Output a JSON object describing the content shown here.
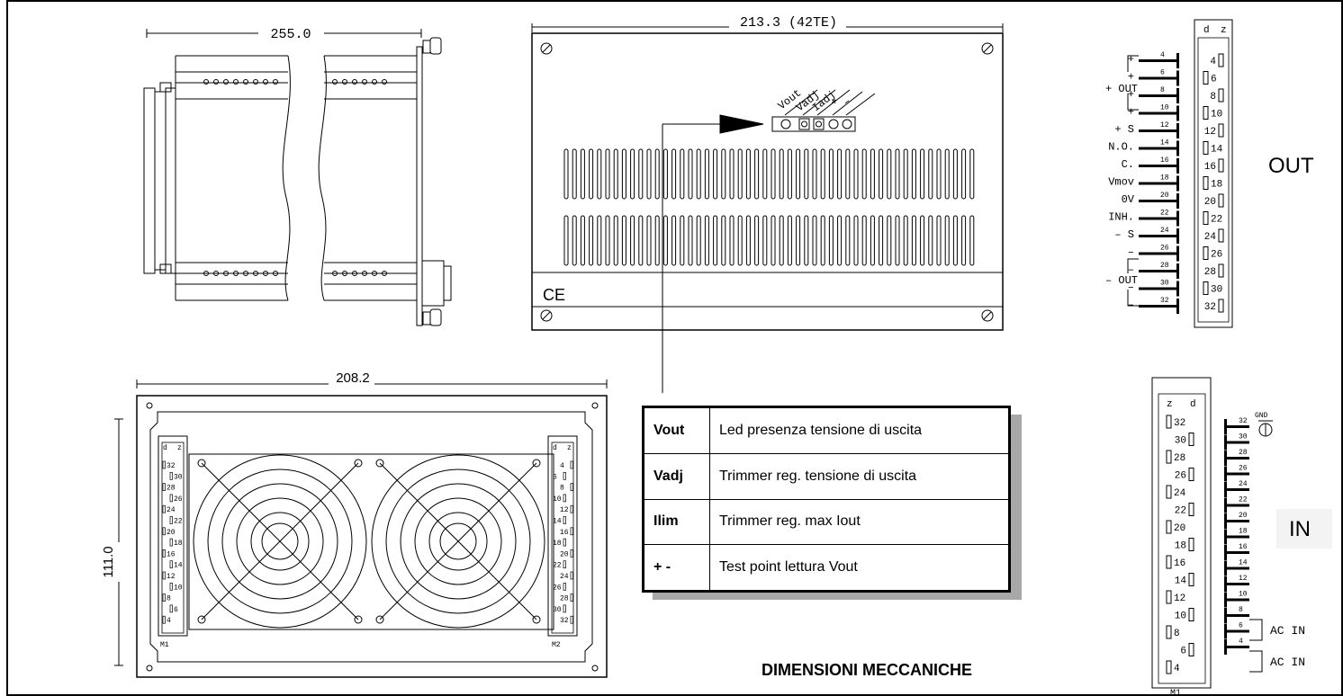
{
  "dimensions": {
    "side_width": "255.0",
    "front_width": "213.3 (42TE)",
    "rear_width": "208.2",
    "rear_height": "111.0"
  },
  "markings": {
    "ce": "CE",
    "trimmers": [
      "Vout",
      "Vadj",
      "Iadj",
      "+",
      "–"
    ],
    "m1": "M1",
    "m2": "M2",
    "gnd": "GND"
  },
  "connector_out": {
    "title": "OUT",
    "header_d": "d",
    "header_z": "z",
    "pins_left": [
      "4",
      "6",
      "8",
      "10",
      "12",
      "14",
      "16",
      "18",
      "20",
      "22",
      "24",
      "26",
      "28",
      "30",
      "32"
    ],
    "pin_labels": [
      "+",
      "+",
      "+",
      "+",
      "+ S",
      "N.O.",
      "C.",
      "Vmov",
      "0V",
      "INH.",
      "– S",
      "–",
      "–",
      "–",
      "–"
    ],
    "group_plus": "+ OUT",
    "group_minus": "– OUT",
    "slots": [
      "4",
      "6",
      "8",
      "10",
      "12",
      "14",
      "16",
      "18",
      "20",
      "22",
      "24",
      "26",
      "28",
      "30",
      "32"
    ]
  },
  "connector_in": {
    "title": "IN",
    "header_z": "z",
    "header_d": "d",
    "slots": [
      "32",
      "30",
      "28",
      "26",
      "24",
      "22",
      "20",
      "18",
      "16",
      "14",
      "12",
      "10",
      "8",
      "6",
      "4"
    ],
    "pins_right": [
      "32",
      "30",
      "28",
      "26",
      "24",
      "22",
      "20",
      "18",
      "16",
      "14",
      "12",
      "10",
      "8",
      "6",
      "4"
    ],
    "ac1": "AC  IN",
    "ac2": "AC  IN"
  },
  "rear_connector": {
    "header_d": "d",
    "header_z": "z",
    "left": [
      "32",
      "30",
      "28",
      "26",
      "24",
      "22",
      "20",
      "18",
      "16",
      "14",
      "12",
      "10",
      "8",
      "6",
      "4"
    ],
    "right": [
      "4",
      "6",
      "8",
      "10",
      "12",
      "14",
      "16",
      "18",
      "20",
      "22",
      "24",
      "26",
      "28",
      "30",
      "32"
    ]
  },
  "legend": [
    {
      "key": "Vout",
      "text": "Led presenza tensione di uscita"
    },
    {
      "key": "Vadj",
      "text": "Trimmer reg. tensione di uscita"
    },
    {
      "key": "Ilim",
      "text": "Trimmer reg. max Iout"
    },
    {
      "key": "+ -",
      "text": "Test point lettura Vout"
    }
  ],
  "caption": "DIMENSIONI MECCANICHE"
}
